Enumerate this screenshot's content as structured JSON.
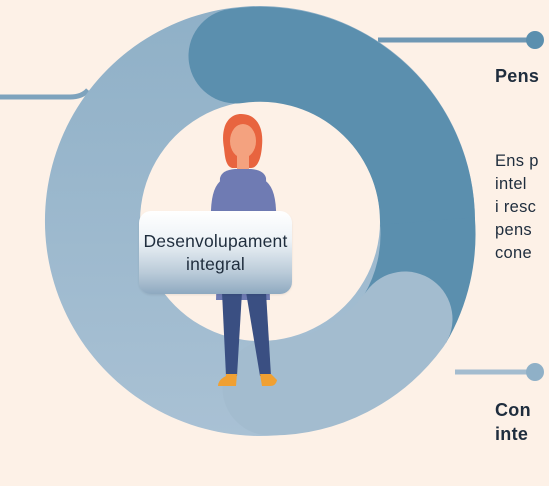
{
  "diagram": {
    "center_label": "Desenvolupament\nintegral",
    "panel_top": {
      "title": "Pens",
      "lines": [
        "Ens p",
        "intel",
        "i resc",
        "pens",
        "cone"
      ]
    },
    "panel_bottom": {
      "lines": [
        "Con",
        "inte"
      ]
    }
  },
  "colors": {
    "background": "#fdf1e7",
    "ring_light": "#a7bfd2",
    "ring_mid": "#87a7be",
    "ring_dark": "#5b8fae",
    "connector": "#6f98b4",
    "text": "#1f2d3d",
    "person_hair": "#e8643f",
    "person_skin": "#f4a27f",
    "person_shirt": "#6f7bb3",
    "person_pants": "#3a4f82",
    "person_shoes": "#f0a032"
  }
}
